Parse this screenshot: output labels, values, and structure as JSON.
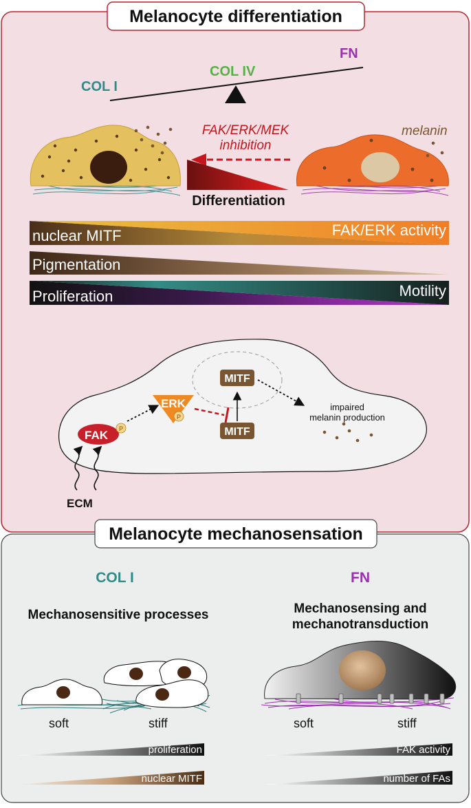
{
  "top_panel": {
    "title": "Melanocyte differentiation",
    "seesaw": {
      "left": "COL I",
      "middle": "COL IV",
      "right": "FN"
    },
    "inhibition_label": [
      "FAK/ERK/MEK",
      "inhibition"
    ],
    "melanin_label": "melanin",
    "differentiation_label": "Differentiation",
    "gradient_bars": {
      "nuclear_mitf": "nuclear MITF",
      "fak_erk_activity": "FAK/ERK activity",
      "pigmentation": "Pigmentation",
      "proliferation": "Proliferation",
      "motility": "Motility"
    },
    "pathway": {
      "fak": "FAK",
      "erk": "ERK",
      "mitf_nuclear": "MITF",
      "mitf_cyto": "MITF",
      "phospho": "P",
      "impaired": [
        "impaired",
        "melanin production"
      ],
      "ecm": "ECM"
    }
  },
  "bottom_panel": {
    "title": "Melanocyte mechanosensation",
    "left": {
      "heading": "COL I",
      "subheading": "Mechanosensitive processes",
      "soft": "soft",
      "stiff": "stiff",
      "wedge1": "proliferation",
      "wedge2": "nuclear MITF"
    },
    "right": {
      "heading": "FN",
      "subheading": [
        "Mechanosensing and",
        "mechanotransduction"
      ],
      "soft": "soft",
      "stiff": "stiff",
      "wedge1": "FAK activity",
      "wedge2": "number of FAs"
    }
  },
  "colors": {
    "top_bg": "#f3dfe3",
    "top_border": "#b5262e",
    "bottom_bg": "#eceeed",
    "col1": "#2f8a8a",
    "col4": "#56b045",
    "fn": "#9a2fb0",
    "inhibition": "#c4161c",
    "fak": "#c8202b",
    "erk": "#ef8a22",
    "mitf": "#7a5531",
    "melanin": "#7a5531"
  }
}
